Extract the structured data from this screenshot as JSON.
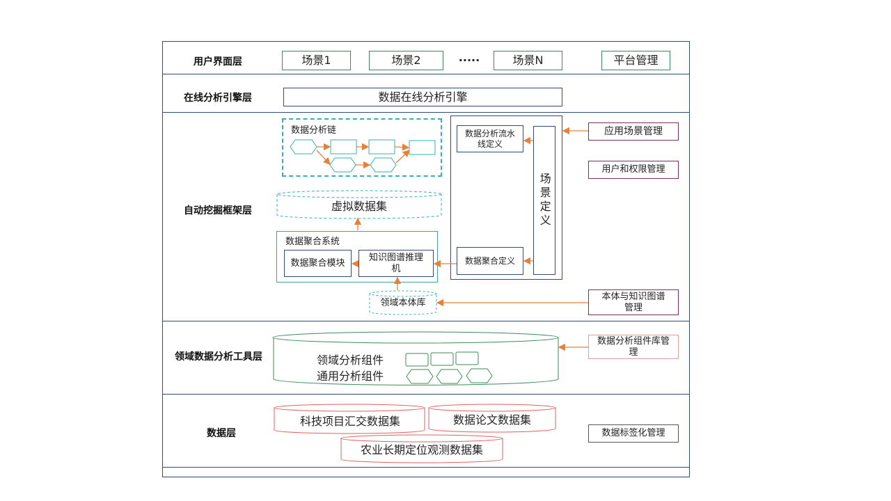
{
  "layers": {
    "ui": "用户界面层",
    "engine": "在线分析引擎层",
    "framework": "自动挖掘框架层",
    "tools": "领域数据分析工具层",
    "data": "数据层"
  },
  "ui_layer": {
    "scene1": "场景1",
    "scene2": "场景2",
    "ellipsis": "·····",
    "sceneN": "场景N",
    "platform": "平台管理"
  },
  "engine_layer": {
    "engine": "数据在线分析引擎"
  },
  "framework_layer": {
    "chain": "数据分析链",
    "virtual_dataset": "虚拟数据集",
    "aggregation_system": "数据聚合系统",
    "aggregation_module": "数据聚合模块",
    "kg_reasoner": "知识图谱推理机",
    "domain_ontology": "领域本体库",
    "pipeline_def": "数据分析流水线定义",
    "aggregation_def": "数据聚合定义",
    "scene_def": "场景定义"
  },
  "tools_layer": {
    "domain_components": "领域分析组件",
    "general_components": "通用分析组件"
  },
  "data_layer": {
    "project_dataset": "科技项目汇交数据集",
    "paper_dataset": "数据论文数据集",
    "observation_dataset": "农业长期定位观测数据集"
  },
  "management": {
    "app_scene": "应用场景管理",
    "user_perm": "用户和权限管理",
    "ontology_kg": "本体与知识图谱管理",
    "component_lib": "数据分析组件库管理",
    "data_tagging": "数据标签化管理"
  },
  "colors": {
    "arrow": "#e8803a",
    "frame": "#2f4a7a",
    "green": "#3c8a5a",
    "teal": "#33b0b0",
    "purple": "#7a2e5a",
    "red": "#e06060"
  }
}
